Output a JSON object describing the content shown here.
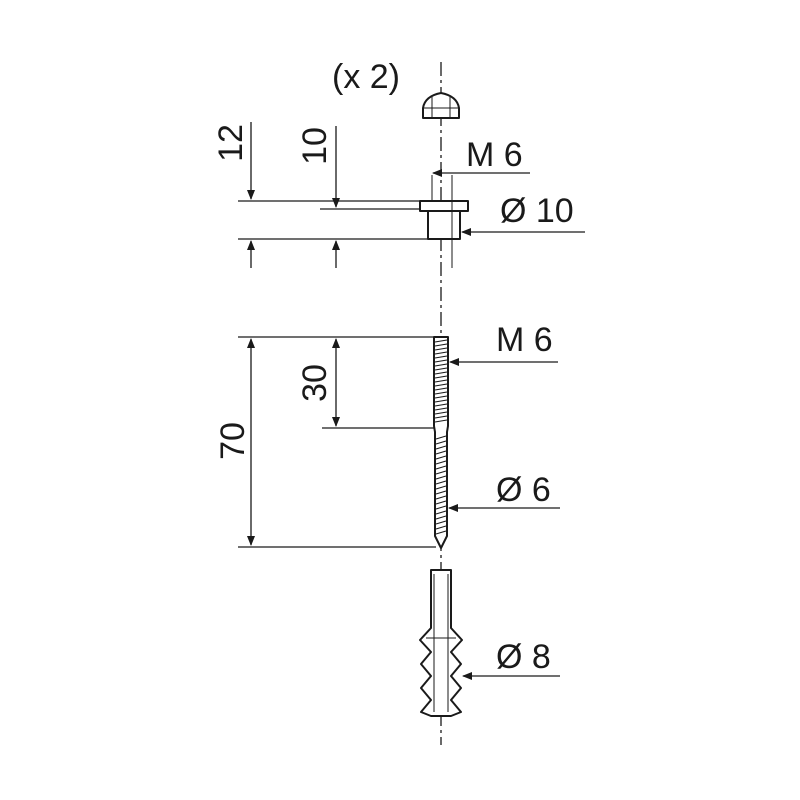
{
  "quantity_label": "(x 2)",
  "cap_nut": {
    "icon": "cap-nut-icon"
  },
  "spacer": {
    "thread_label": "M 6",
    "diameter_label": "Ø 10",
    "outer_height_label": "12",
    "inner_height_label": "10"
  },
  "bolt": {
    "thread_label": "M 6",
    "diameter_label": "Ø 6",
    "total_length_label": "70",
    "thread_length_label": "30"
  },
  "anchor": {
    "diameter_label": "Ø 8"
  }
}
